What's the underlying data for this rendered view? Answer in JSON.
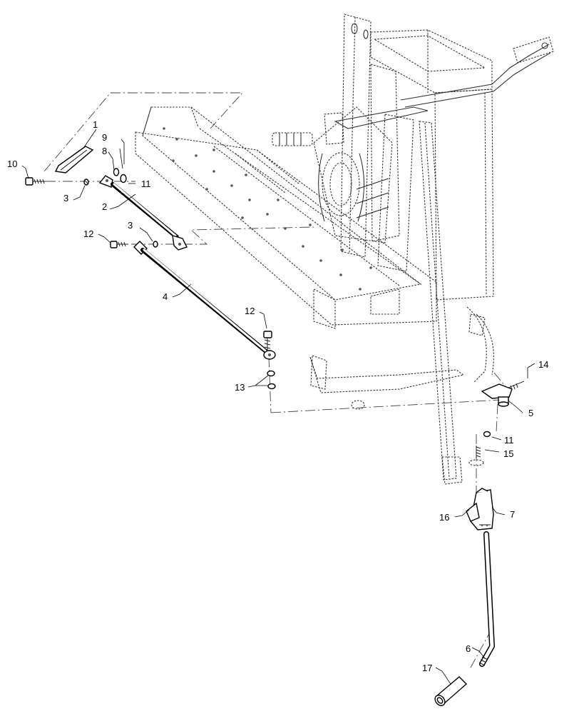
{
  "diagram": {
    "type": "exploded-parts-view",
    "callouts": [
      {
        "id": "c1",
        "label": "1"
      },
      {
        "id": "c2",
        "label": "2"
      },
      {
        "id": "c3a",
        "label": "3"
      },
      {
        "id": "c3b",
        "label": "3"
      },
      {
        "id": "c4",
        "label": "4"
      },
      {
        "id": "c5",
        "label": "5"
      },
      {
        "id": "c6",
        "label": "6"
      },
      {
        "id": "c7",
        "label": "7"
      },
      {
        "id": "c8",
        "label": "8"
      },
      {
        "id": "c9",
        "label": "9"
      },
      {
        "id": "c10",
        "label": "10"
      },
      {
        "id": "c11a",
        "label": "11"
      },
      {
        "id": "c11b",
        "label": "11"
      },
      {
        "id": "c12a",
        "label": "12"
      },
      {
        "id": "c12b",
        "label": "12"
      },
      {
        "id": "c13",
        "label": "13"
      },
      {
        "id": "c14",
        "label": "14"
      },
      {
        "id": "c15",
        "label": "15"
      },
      {
        "id": "c16",
        "label": "16"
      },
      {
        "id": "c17",
        "label": "17"
      }
    ]
  }
}
